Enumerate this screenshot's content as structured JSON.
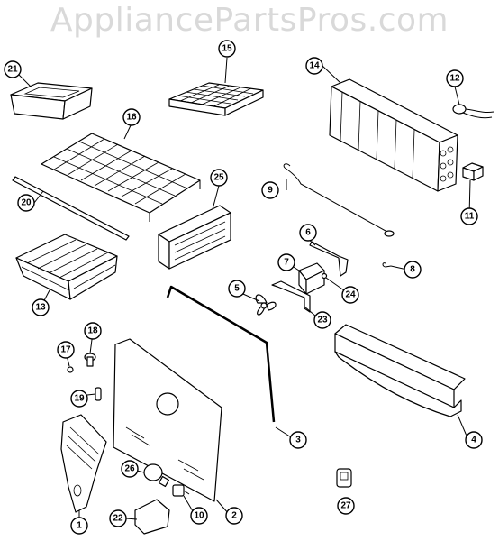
{
  "watermark": "AppliancePartsPros.com",
  "callouts": [
    {
      "id": "21",
      "label": "21"
    },
    {
      "id": "15",
      "label": "15"
    },
    {
      "id": "14",
      "label": "14"
    },
    {
      "id": "12",
      "label": "12"
    },
    {
      "id": "16",
      "label": "16"
    },
    {
      "id": "9",
      "label": "9"
    },
    {
      "id": "20",
      "label": "20"
    },
    {
      "id": "25",
      "label": "25"
    },
    {
      "id": "11",
      "label": "11"
    },
    {
      "id": "6",
      "label": "6"
    },
    {
      "id": "7",
      "label": "7"
    },
    {
      "id": "8",
      "label": "8"
    },
    {
      "id": "13",
      "label": "13"
    },
    {
      "id": "5",
      "label": "5"
    },
    {
      "id": "24",
      "label": "24"
    },
    {
      "id": "23",
      "label": "23"
    },
    {
      "id": "18",
      "label": "18"
    },
    {
      "id": "17",
      "label": "17"
    },
    {
      "id": "19",
      "label": "19"
    },
    {
      "id": "3",
      "label": "3"
    },
    {
      "id": "4",
      "label": "4"
    },
    {
      "id": "26",
      "label": "26"
    },
    {
      "id": "27",
      "label": "27"
    },
    {
      "id": "1",
      "label": "1"
    },
    {
      "id": "22",
      "label": "22"
    },
    {
      "id": "10",
      "label": "10"
    },
    {
      "id": "2",
      "label": "2"
    }
  ]
}
